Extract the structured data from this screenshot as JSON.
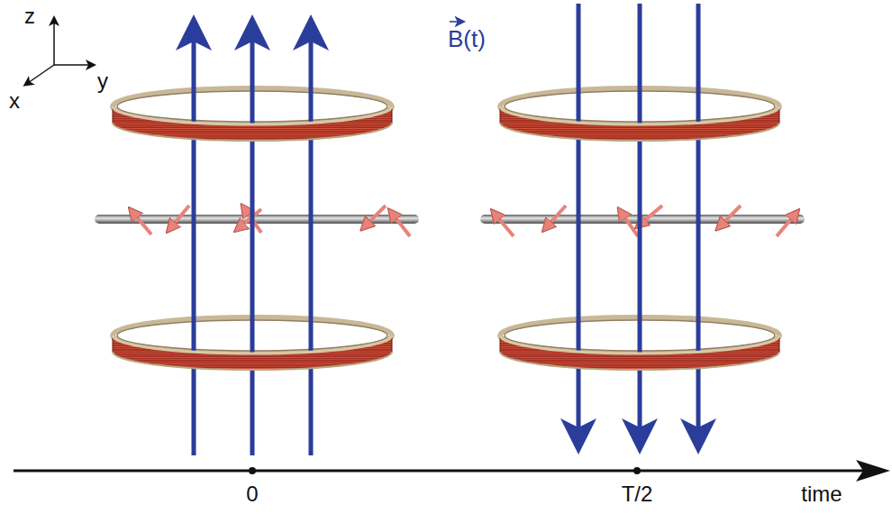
{
  "diagram": {
    "labels": [
      "z",
      "y",
      "x",
      "B(t)",
      "0",
      "T/2",
      "time"
    ]
  }
}
